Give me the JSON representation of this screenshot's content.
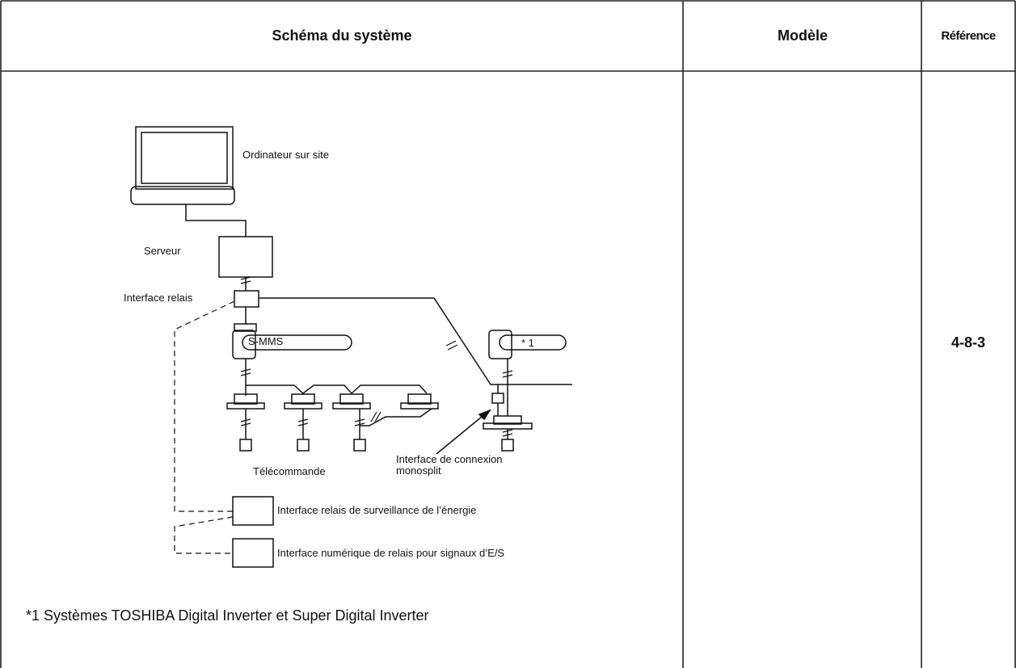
{
  "table": {
    "header_schema": "Schéma du système",
    "header_modele": "Modèle",
    "header_reference": "Référence",
    "reference_value": "4-8-3"
  },
  "diagram": {
    "pc_label": "Ordinateur sur site",
    "server_label": "Serveur",
    "relay_label": "Interface relais",
    "smms_label": "S-MMS",
    "star1_label": "* 1",
    "remote_label": "Télécommande",
    "mono_label_line1": "Interface de connexion",
    "mono_label_line2": "monosplit",
    "energy_label": "Interface relais de surveillance de l’énergie",
    "io_label": "Interface numérique de relais pour signaux d’E/S"
  },
  "footnote": "*1  Systèmes TOSHIBA Digital Inverter et Super Digital Inverter"
}
